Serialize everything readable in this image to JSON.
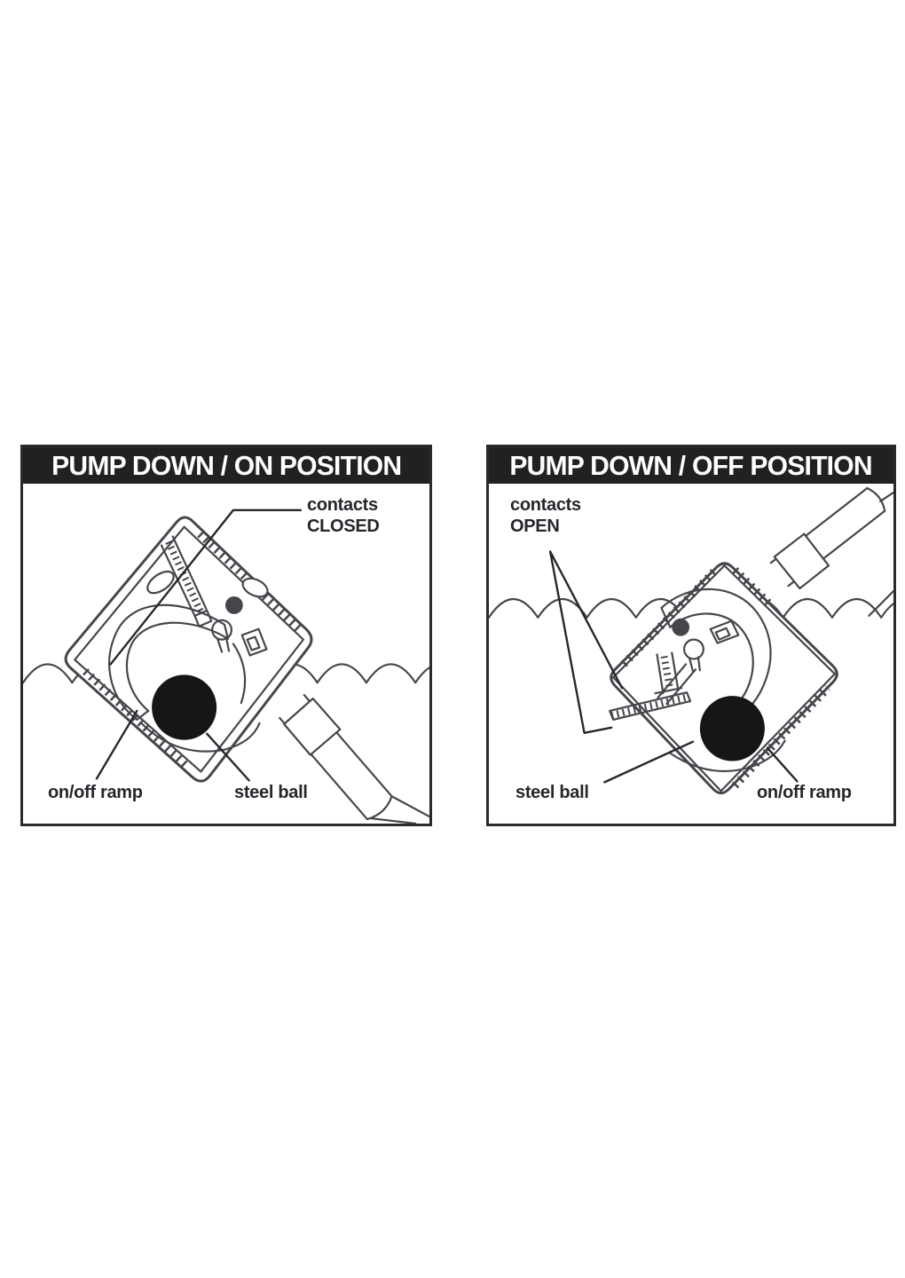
{
  "colors": {
    "page_bg": "#ffffff",
    "line": "#45454b",
    "text": "#26262c",
    "header_bg": "#232021",
    "header_text": "#ffffff",
    "ball": "#161616"
  },
  "panels": [
    {
      "title": "PUMP DOWN / ON POSITION",
      "labels": {
        "contacts_line1": "contacts",
        "contacts_line2": "CLOSED",
        "ramp": "on/off ramp",
        "ball": "steel ball"
      }
    },
    {
      "title": "PUMP DOWN / OFF POSITION",
      "labels": {
        "contacts_line1": "contacts",
        "contacts_line2": "OPEN",
        "ramp": "on/off ramp",
        "ball": "steel ball"
      }
    }
  ]
}
